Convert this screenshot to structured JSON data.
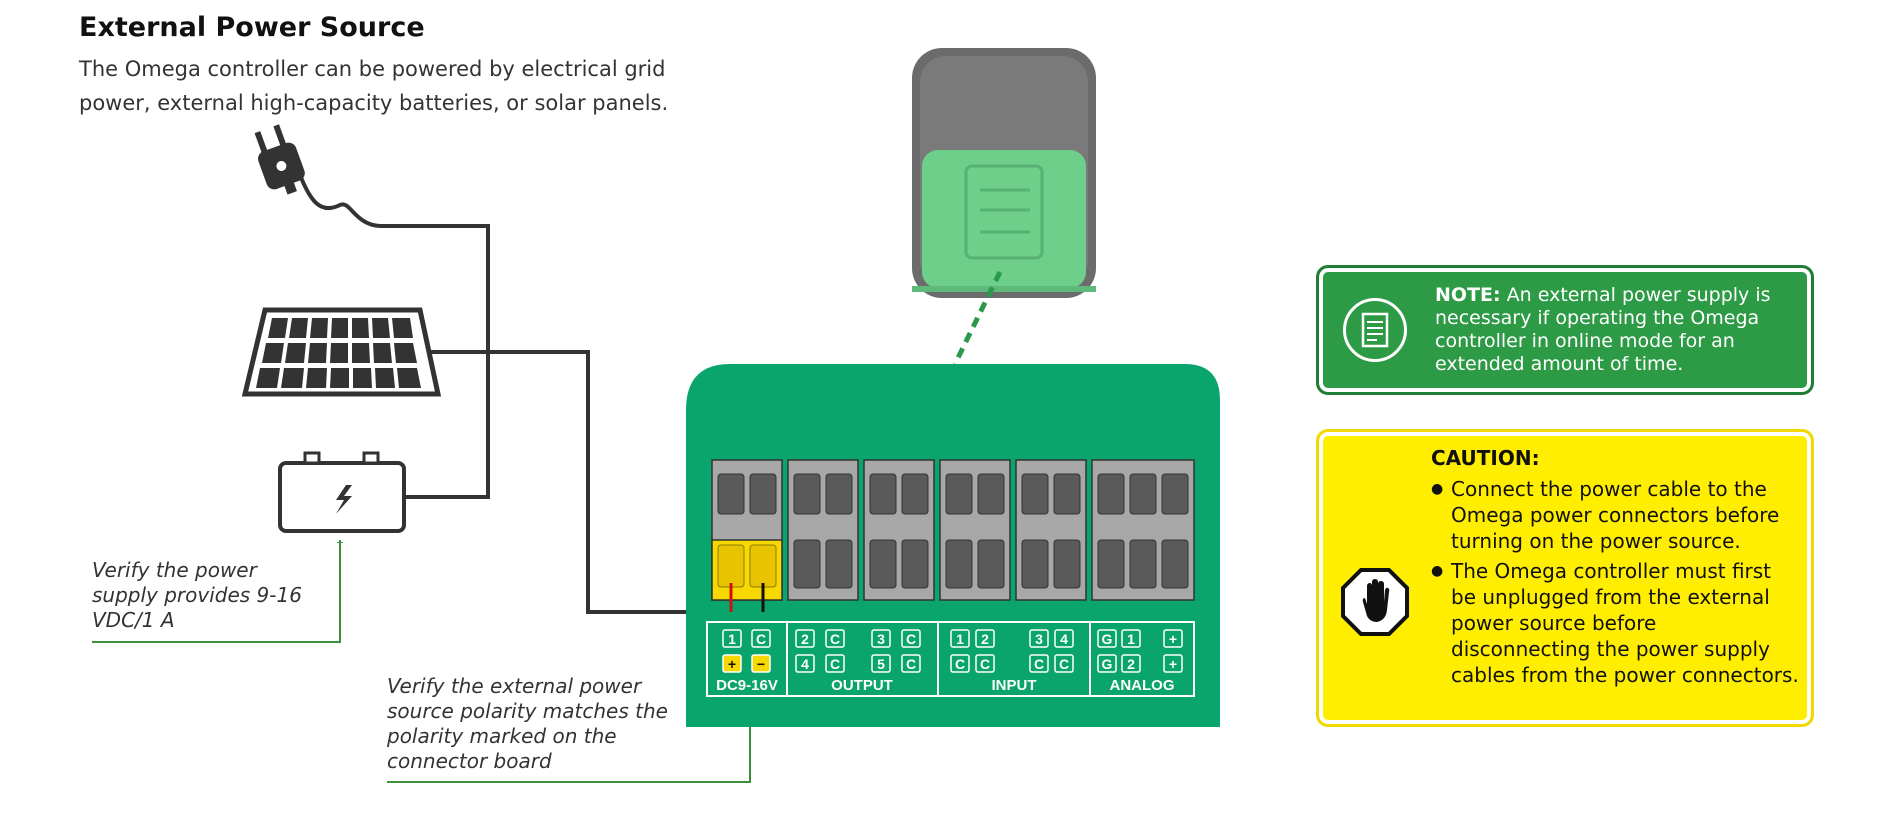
{
  "header": {
    "title": "External Power Source",
    "intro": "The Omega controller can be powered by electrical grid power, external high-capacity batteries, or solar panels."
  },
  "note": {
    "label": "NOTE:",
    "text": "An external power supply is necessary if operating the Omega controller in online mode for an extended amount of time.",
    "icon": "document-icon"
  },
  "caution": {
    "title": "CAUTION:",
    "items": [
      "Connect the power cable to the Omega power connectors before turning on the power source.",
      "The Omega controller must first be unplugged from the external power source before disconnecting the power supply cables from the power connectors."
    ],
    "icon": "stop-hand-icon"
  },
  "callouts": {
    "power_supply": "Verify the power supply provides 9-16 VDC/1 A",
    "polarity": "Verify the external power source polarity matches the polarity marked on the connector board"
  },
  "board": {
    "labels": {
      "power": "DC9-16V",
      "output": "OUTPUT",
      "input": "INPUT",
      "analog": "ANALOG"
    },
    "power_terminals": [
      "1",
      "C"
    ],
    "power_polarity": [
      "+",
      "−"
    ],
    "output_terminals_top": [
      "2",
      "C",
      "3",
      "C"
    ],
    "output_terminals_bottom": [
      "4",
      "C",
      "5",
      "C"
    ],
    "input_terminals_top": [
      "1",
      "2",
      "3",
      "4"
    ],
    "input_terminals_bottom": [
      "C",
      "C",
      "C",
      "C"
    ],
    "analog_terminals_top": [
      "G",
      "1",
      "+"
    ],
    "analog_terminals_bottom": [
      "G",
      "2",
      "+"
    ]
  },
  "colors": {
    "board_green": "#0aa56c",
    "note_green": "#2d9a45",
    "caution_yellow": "#ffee00",
    "sensor_green": "#6dcf8a",
    "polarity_yellow": "#f7d800"
  },
  "icons": [
    "plug-icon",
    "solar-panel-icon",
    "battery-icon",
    "sensor-device-icon",
    "document-icon",
    "stop-hand-icon"
  ]
}
